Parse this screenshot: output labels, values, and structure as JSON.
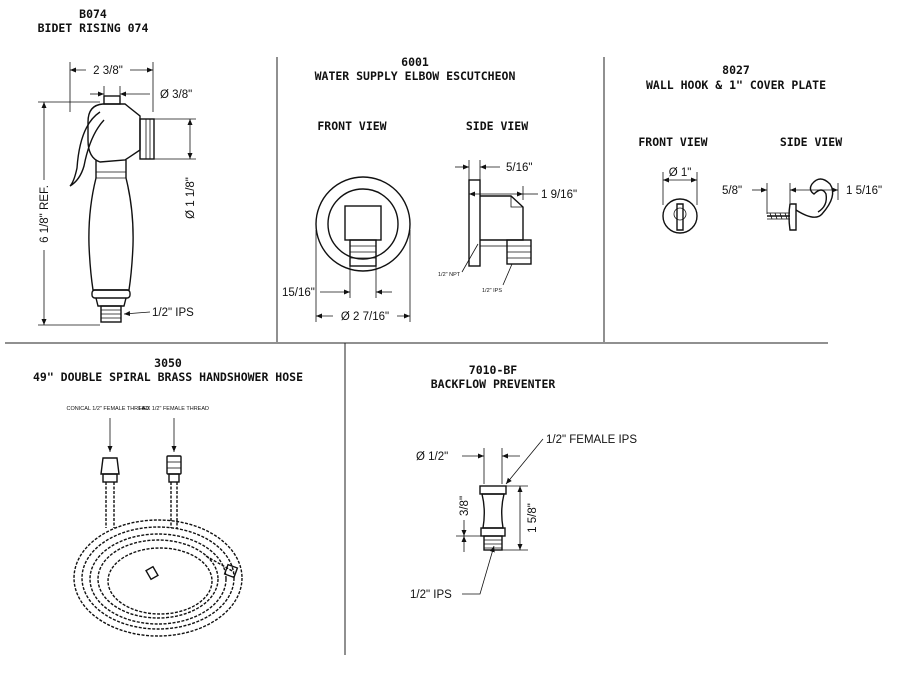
{
  "sections": {
    "b074": {
      "model": "B074",
      "name": "BIDET RISING 074",
      "dims": {
        "width": "2 3/8\"",
        "dia_small": "Ø 3/8\"",
        "dia_large": "Ø 1 1/8\"",
        "height": "6 1/8\" REF.",
        "ips": "1/2\" IPS"
      }
    },
    "s6001": {
      "model": "6001",
      "name": "WATER SUPPLY ELBOW ESCUTCHEON",
      "front_view": "FRONT VIEW",
      "side_view": "SIDE VIEW",
      "dims": {
        "depth_a": "5/16\"",
        "depth_b": "1 9/16\"",
        "width": "15/16\"",
        "dia": "Ø 2 7/16\"",
        "npt": "1/2\" NPT",
        "ips": "1/2\" IPS"
      }
    },
    "s8027": {
      "model": "8027",
      "name": "WALL HOOK & 1\" COVER PLATE",
      "front_view": "FRONT VIEW",
      "side_view": "SIDE VIEW",
      "dims": {
        "dia": "Ø 1\"",
        "depth": "5/8\"",
        "length": "1 5/16\""
      }
    },
    "s3050": {
      "model": "3050",
      "name": "49\" DOUBLE SPIRAL BRASS HANDSHOWER HOSE",
      "labels": {
        "conical": "CONICAL 1/2\" FEMALE THREAD",
        "hex": "HEX 1/2\" FEMALE THREAD"
      }
    },
    "s7010": {
      "model": "7010-BF",
      "name": "BACKFLOW PREVENTER",
      "dims": {
        "dia": "Ø 1/2\"",
        "female": "1/2\" FEMALE IPS",
        "small": "3/8\"",
        "height": "1 5/8\"",
        "ips": "1/2\" IPS"
      }
    }
  }
}
